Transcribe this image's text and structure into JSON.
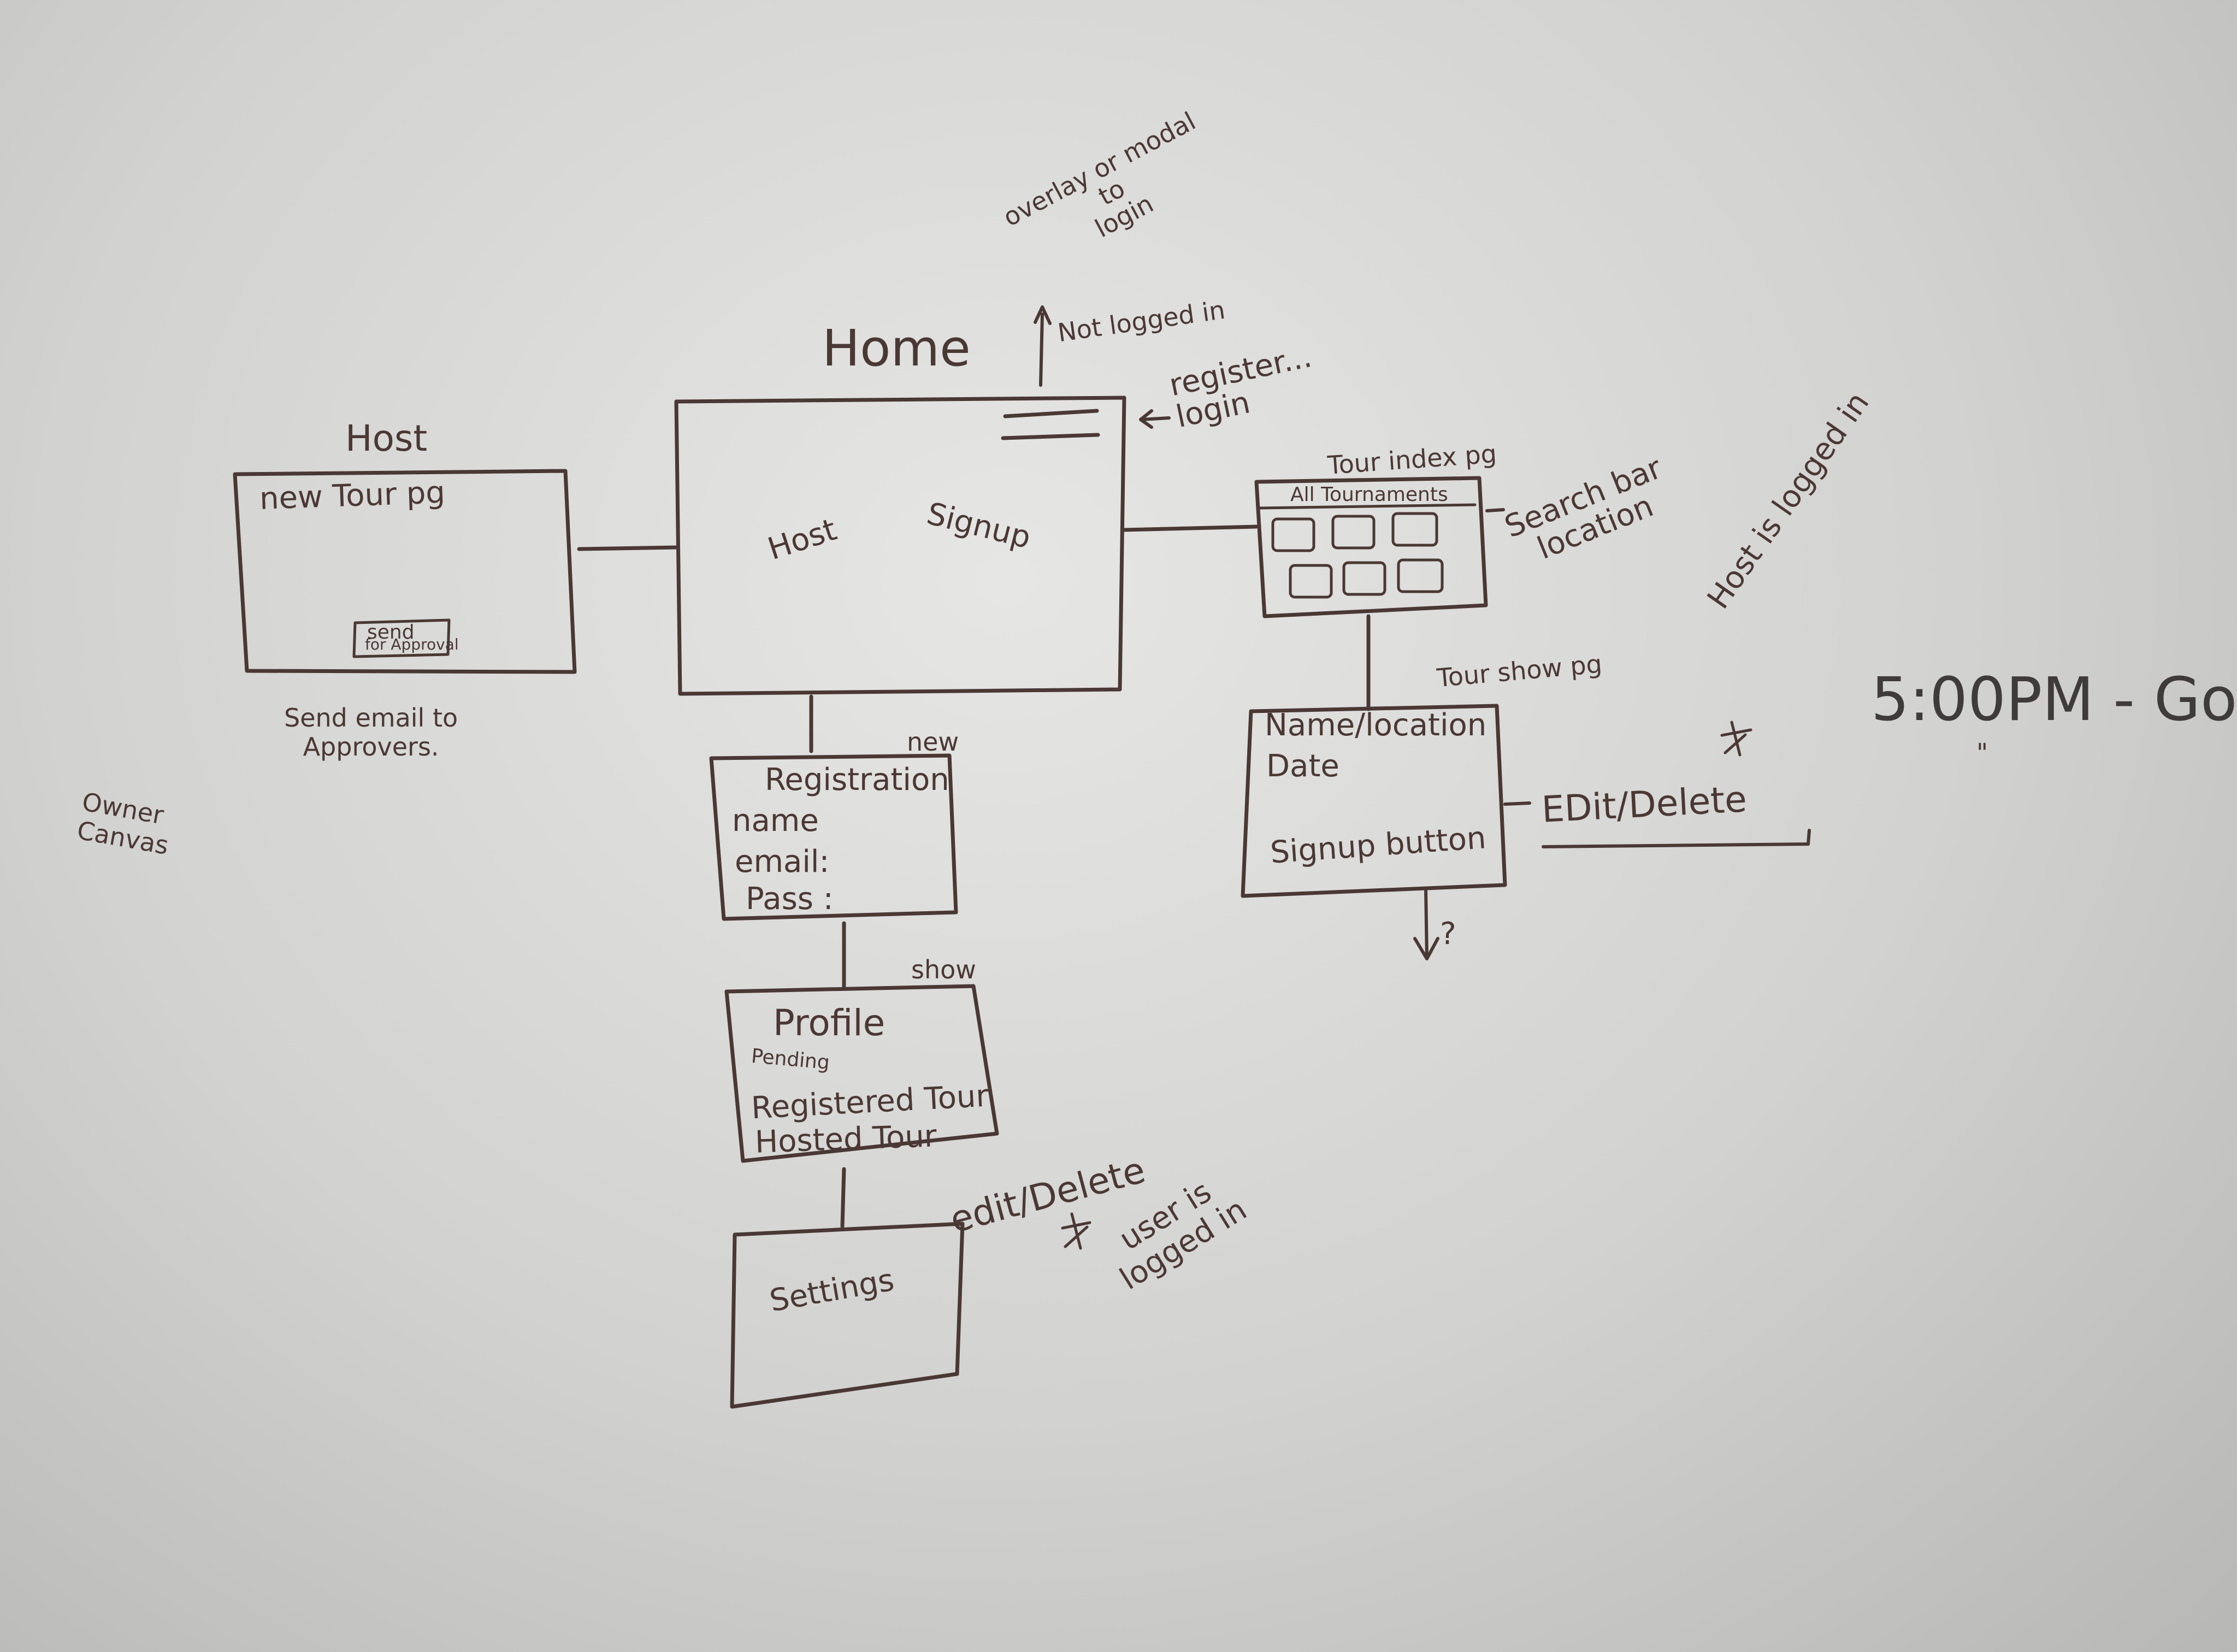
{
  "nodes": {
    "home": {
      "title": "Home",
      "left_label": "Host",
      "right_label": "Signup"
    },
    "host": {
      "title": "Host",
      "body": "new Tour pg",
      "button": "send",
      "button_sub": "for Approval",
      "note": "Send email to\nApprovers."
    },
    "registration": {
      "tag": "new",
      "title": "Registration",
      "fields": [
        "name",
        "email:",
        "Pass :"
      ]
    },
    "profile": {
      "tag": "show",
      "title": "Profile",
      "items": [
        "Pending",
        "Registered Tour",
        "Hosted Tour"
      ]
    },
    "settings": {
      "title": "Settings",
      "note_actions": "edit/Delete",
      "note_condition": "user is\nlogged in"
    },
    "tour_index": {
      "title": "Tour index pg",
      "header": "All Tournaments",
      "side_note": "Search bar\nlocation"
    },
    "tour_show": {
      "title": "Tour show pg",
      "lines": [
        "Name/location",
        "Date",
        "Signup button"
      ],
      "actions": "EDit/Delete",
      "condition": "Host is logged in",
      "below": "?"
    }
  },
  "annotations": {
    "login_flow": "overlay or modal\nto\nlogin",
    "not_logged_in": "Not logged in",
    "register_login": "register...\nlogin",
    "owner": "Owner\nCanvas",
    "time": "5:00PM - Go",
    "time_mark": "\""
  },
  "colors": {
    "ink": "#4a3834",
    "board": "#d9d9d7"
  }
}
